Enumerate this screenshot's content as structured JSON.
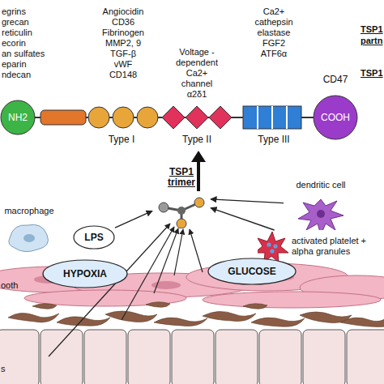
{
  "diagram": {
    "nodes": [
      {
        "text": [
          "NH2"
        ]
      },
      {
        "text": [
          "COOH"
        ]
      },
      {
        "text": [
          "TSP1 trimer"
        ]
      },
      {
        "text": [
          "dendritic cell"
        ]
      },
      {
        "text": [
          "macrophage"
        ]
      },
      {
        "text": [
          "LPS"
        ]
      },
      {
        "text": [
          "activated platelet + alpha granules"
        ]
      },
      {
        "text": [
          "HYPOXIA"
        ]
      },
      {
        "text": [
          "GLUCOSE"
        ]
      }
    ],
    "edges": [
      {
        "from": 5,
        "to": 2,
        "arrow": "to"
      },
      {
        "from": 3,
        "to": 2,
        "arrow": "to"
      },
      {
        "from": 6,
        "to": 2,
        "arrow": "to"
      }
    ],
    "labels": [
      "egrins",
      "grecan",
      "reticulin",
      "ecorin",
      "an sulfates",
      "eparin",
      "ndecan",
      "Angiocidin",
      "CD36",
      "Fibrinogen",
      "MMP2, 9",
      "TGF-β",
      "vWF",
      "CD148",
      "Voltage -dependent Ca2+ channel α2δ1",
      "Ca2+",
      "cathepsin",
      "elastase",
      "FGF2",
      "ATF6α",
      "CD47",
      "TSP1",
      "partn",
      "TSP1",
      "Type I",
      "Type II",
      "Type III",
      "ooth",
      "s"
    ]
  }
}
